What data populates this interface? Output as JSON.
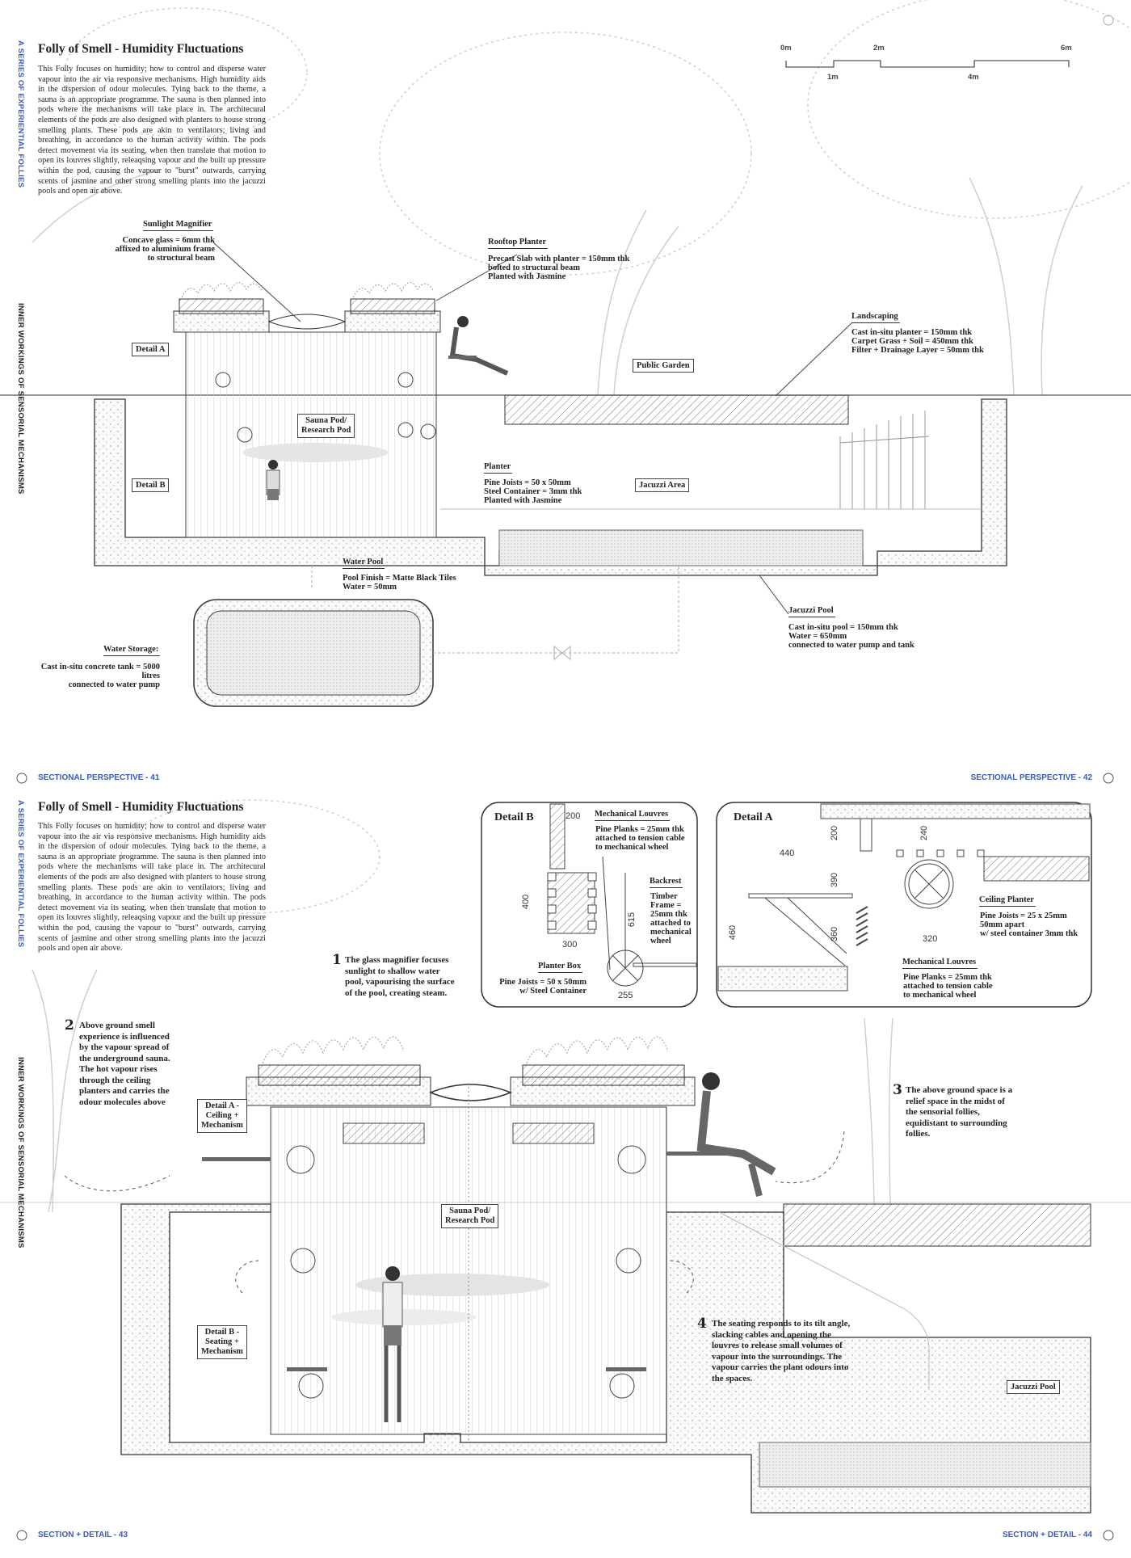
{
  "colors": {
    "accent_blue": "#3a5bb4",
    "line": "#333333",
    "tree": "#c8c8c8"
  },
  "top": {
    "title": "Folly of Smell - Humidity Fluctuations",
    "paragraph": "This Folly focuses on humidity; how to control and disperse water vapour into the air via responsive mechanisms. High humidity aids in the dispersion of odour molecules. Tying back to the theme, a sauna is an appropriate programme. The sauna is then planned into pods where the mechanisms will take place in. The architecural elements of the pods are also designed with planters to house strong smelling plants. These pods are akin to ventilators; living and breathing, in accordance to the human activity within. The pods detect movement via its seating, when then translate that motion to open its louvres slightly, releaqsing vapour and the built up pressure within the pod, causing the vapour to \"burst\" outwards, carrying scents of jasmine and other strong smelling plants into the jacuzzi pools and open air above.",
    "side_series": "A SERIES OF EXPERIENTIAL FOLLIES",
    "side_inner": "INNER WORKINGS OF SENSORIAL MECHANISMS",
    "scale_bar": {
      "labels_top": [
        "0m",
        "2m",
        "6m"
      ],
      "labels_bottom": [
        "1m",
        "4m"
      ]
    },
    "labels": {
      "sunlight_magnifier": {
        "head": "Sunlight Magnifier",
        "body": "Concave glass = 6mm thk\naffixed to aluminium frame\nto structural beam"
      },
      "rooftop_planter": {
        "head": "Rooftop Planter",
        "body": "Precast Slab with planter = 150mm thk\nbolted to structural beam\nPlanted with Jasmine"
      },
      "landscaping": {
        "head": "Landscaping",
        "body": "Cast in-situ planter = 150mm thk\nCarpet Grass + Soil = 450mm thk\nFilter + Drainage Layer = 50mm thk"
      },
      "planter": {
        "head": "Planter",
        "body": "Pine Joists = 50 x 50mm\nSteel Container = 3mm thk\nPlanted with Jasmine"
      },
      "water_pool": {
        "head": "Water Pool",
        "body": "Pool Finish = Matte Black Tiles\nWater = 50mm"
      },
      "jacuzzi_pool": {
        "head": "Jacuzzi Pool",
        "body": "Cast in-situ pool = 150mm thk\nWater = 650mm\nconnected to water pump and tank"
      },
      "water_storage": {
        "head": "Water Storage:",
        "body": "Cast in-situ concrete tank = 5000\nlitres\nconnected to water pump"
      },
      "detail_a": "Detail A",
      "detail_b": "Detail B",
      "public_garden": "Public Garden",
      "sauna_pod": "Sauna Pod/\nResearch Pod",
      "jacuzzi_area": "Jacuzzi Area"
    },
    "footer_left": "SECTIONAL PERSPECTIVE - 41",
    "footer_right": "SECTIONAL PERSPECTIVE - 42"
  },
  "bottom": {
    "title": "Folly of Smell - Humidity Fluctuations",
    "paragraph": "This Folly focuses on humidity; how to control and disperse water vapour into the air via responsive mechanisms. High humidity aids in the dispersion of odour molecules. Tying back to the theme, a sauna is an appropriate programme. The sauna is then planned into pods where the mechanisms will take place in. The architecural elements of the pods are also designed with planters to house strong smelling plants. These pods are akin to ventilators; living and breathing, in accordance to the human activity within. The pods detect movement via its seating, when then translate that motion to open its louvres slightly, releaqsing vapour and the built up pressure within the pod, causing the vapour to \"burst\" outwards, carrying scents of jasmine and other strong smelling plants into the jacuzzi pools and open air above.",
    "side_series": "A SERIES OF EXPERIENTIAL FOLLIES",
    "side_inner": "INNER WORKINGS OF SENSORIAL MECHANISMS",
    "detail_b": {
      "title": "Detail B",
      "louvres_head": "Mechanical Louvres",
      "louvres_body": "Pine Planks = 25mm thk\nattached to tension cable\nto mechanical wheel",
      "backrest_head": "Backrest",
      "backrest_body": "Timber\nFrame =\n25mm thk\nattached to\nmechanical\nwheel",
      "planter_head": "Planter Box",
      "planter_body": "Pine Joists = 50 x 50mm\nw/ Steel Container",
      "dims": [
        "200",
        "400",
        "300",
        "615",
        "255"
      ]
    },
    "detail_a": {
      "title": "Detail A",
      "planter_head": "Ceiling Planter",
      "planter_body": "Pine Joists = 25 x 25mm\n50mm apart\nw/ steel container 3mm thk",
      "louvres_head": "Mechanical Louvres",
      "louvres_body": "Pine Planks = 25mm thk\nattached to tension cable\nto mechanical wheel",
      "dims": [
        "200",
        "240",
        "440",
        "390",
        "460",
        "360",
        "320"
      ]
    },
    "notes": [
      {
        "num": "1",
        "text": "The glass magnifier focuses\nsunlight to shallow water\npool, vapourising the surface\nof the pool, creating steam."
      },
      {
        "num": "2",
        "text": "Above ground smell\nexperience is influenced\nby the vapour spread of\nthe underground sauna.\nThe hot vapour rises\nthrough the ceiling\nplanters and carries the\nodour molecules above"
      },
      {
        "num": "3",
        "text": "The above ground space is a\nrelief space in the midst of\nthe sensorial follies,\nequidistant to surrounding\nfollies."
      },
      {
        "num": "4",
        "text": "The seating responds to its tilt angle,\nslacking cables and opening the\nlouvres to release small volumes of\nvapour into the surroundings. The\nvapour carries the plant odours into\nthe spaces."
      }
    ],
    "labels": {
      "detail_a": "Detail A -\nCeiling +\nMechanism",
      "detail_b": "Detail B -\nSeating +\nMechanism",
      "sauna_pod": "Sauna Pod/\nResearch Pod",
      "jacuzzi_pool": "Jacuzzi Pool"
    },
    "footer_left": "SECTION + DETAIL - 43",
    "footer_right": "SECTION + DETAIL - 44"
  }
}
